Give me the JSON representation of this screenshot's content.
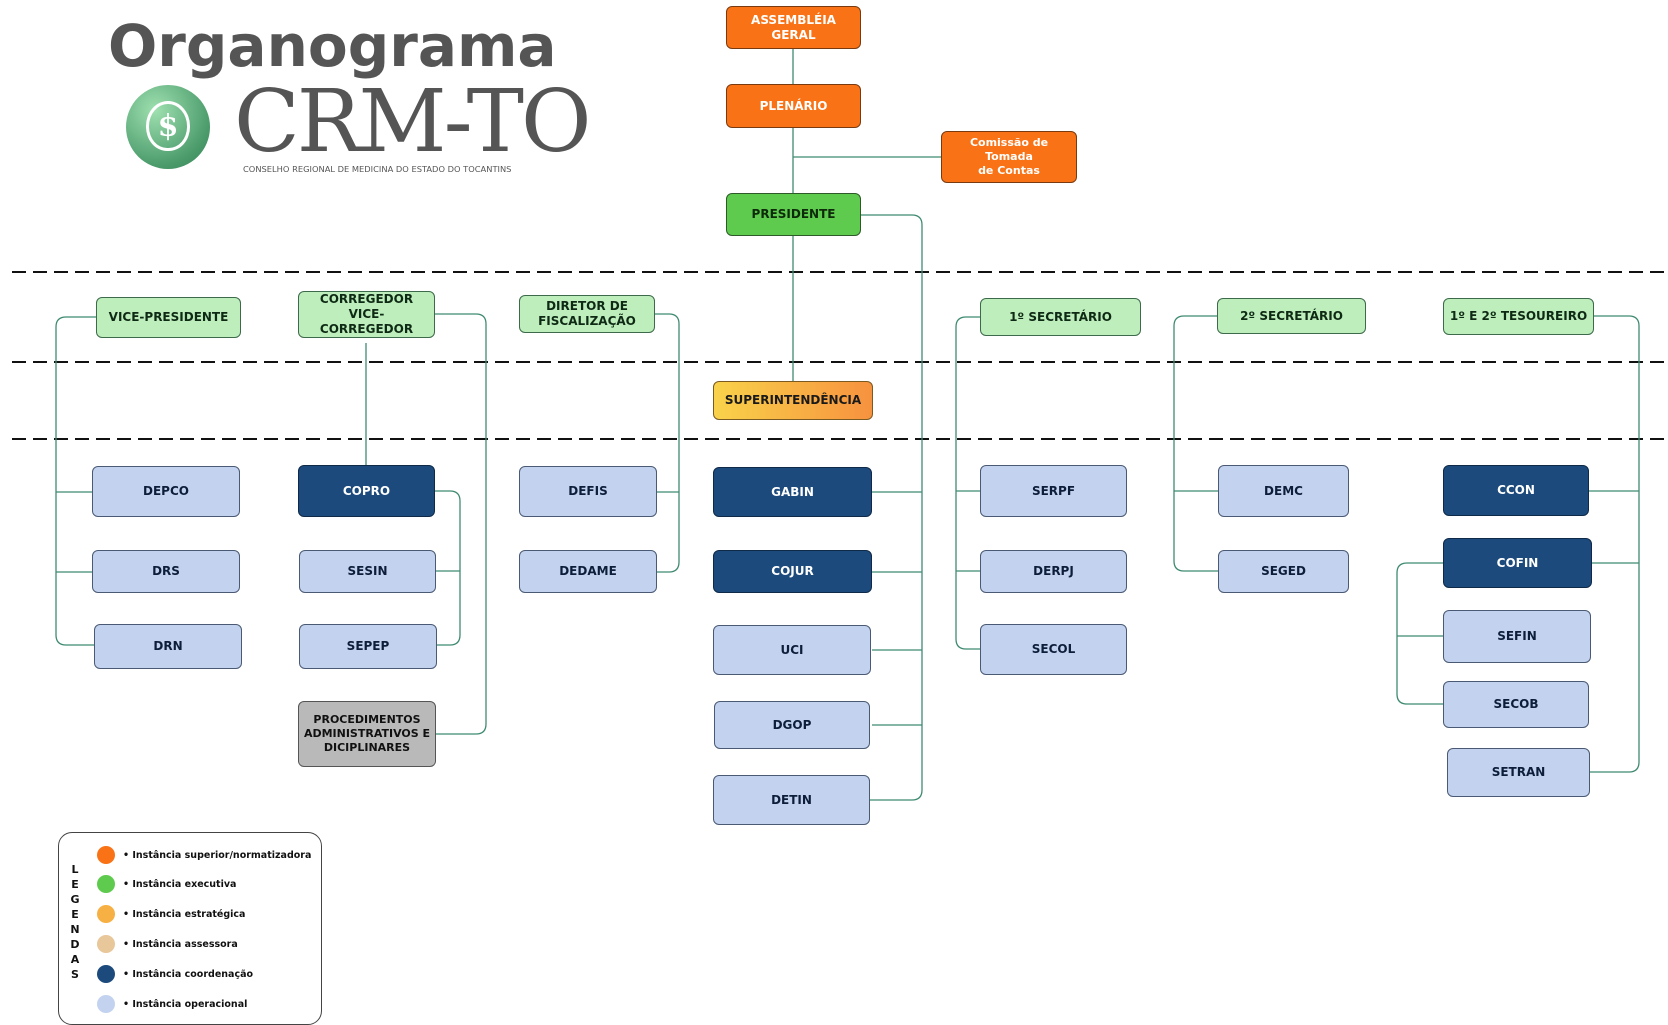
{
  "header": {
    "title": "Organograma",
    "logo_text": "CRM-TO",
    "logo_subtitle": "CONSELHO REGIONAL DE MEDICINA DO ESTADO DO TOCANTINS",
    "logo_symbol": "$"
  },
  "nodes": {
    "assembleia": "ASSEMBLÉIA GERAL",
    "plenario": "PLENÁRIO",
    "comissao": "Comissão de Tomada\nde Contas",
    "presidente": "PRESIDENTE",
    "vice_presidente": "VICE-PRESIDENTE",
    "corregedor": "CORREGEDOR\nVICE-CORREGEDOR",
    "diretor_fiscalizacao": "DIRETOR DE\nFISCALIZAÇÃO",
    "secretario1": "1º SECRETÁRIO",
    "secretario2": "2º SECRETÁRIO",
    "tesoureiro": "1º E 2º TESOUREIRO",
    "superintendencia": "SUPERINTENDÊNCIA",
    "depco": "DEPCO",
    "drs": "DRS",
    "drn": "DRN",
    "copro": "COPRO",
    "sesin": "SESIN",
    "sepep": "SEPEP",
    "procedimentos": "PROCEDIMENTOS\nADMINISTRATIVOS E\nDICIPLINARES",
    "defis": "DEFIS",
    "dedame": "DEDAME",
    "gabin": "GABIN",
    "cojur": "COJUR",
    "uci": "UCI",
    "dgop": "DGOP",
    "detin": "DETIN",
    "serpf": "SERPF",
    "derpj": "DERPJ",
    "secol": "SECOL",
    "demc": "DEMC",
    "seged": "SEGED",
    "ccon": "CCON",
    "cofin": "COFIN",
    "sefin": "SEFIN",
    "secob": "SECOB",
    "setran": "SETRAN"
  },
  "legend": {
    "title": "LEGENDAS",
    "items": [
      {
        "label": "• Instância superior/normatizadora",
        "color": "#f97316"
      },
      {
        "label": "• Instância executiva",
        "color": "#5ecb4e"
      },
      {
        "label": "• Instância estratégica",
        "color": "#f7b043"
      },
      {
        "label": "• Instância assessora",
        "color": "#e8c79a"
      },
      {
        "label": "• Instância coordenação",
        "color": "#1c4a7c"
      },
      {
        "label": "• Instância operacional",
        "color": "#c3d3ef"
      }
    ]
  },
  "colors": {
    "connector": "#3f8a72",
    "divider": "#111111"
  }
}
